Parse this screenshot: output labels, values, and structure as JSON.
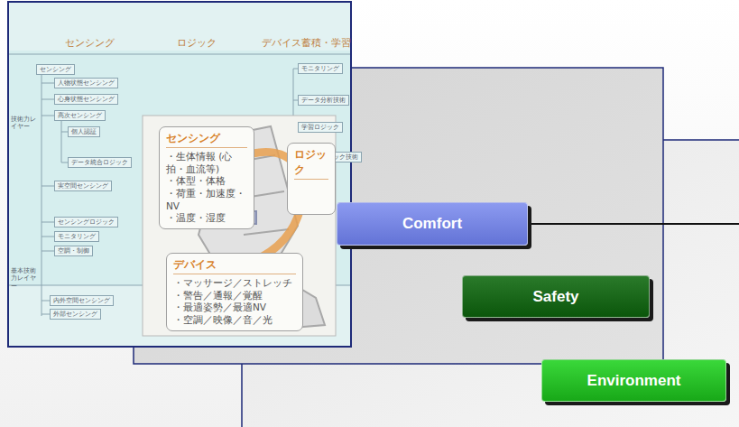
{
  "diagram": {
    "nodes": [
      {
        "text": [
          "センシング"
        ]
      },
      {
        "text": [
          "人物状態センシング"
        ]
      },
      {
        "text": [
          "心身状態センシング"
        ]
      },
      {
        "text": [
          "高次センシング"
        ]
      },
      {
        "text": [
          "個人認証"
        ]
      },
      {
        "text": [
          "データ統合ロジック"
        ]
      },
      {
        "text": [
          "実空間センシング"
        ]
      },
      {
        "text": [
          "センシングロジック"
        ]
      },
      {
        "text": [
          "モニタリング"
        ]
      },
      {
        "text": [
          "空調・制御"
        ]
      },
      {
        "text": [
          "内外空間センシング"
        ]
      },
      {
        "text": [
          "外部センシング"
        ]
      },
      {
        "text": [
          "モニタリング"
        ]
      },
      {
        "text": [
          "データ分析技術"
        ]
      },
      {
        "text": [
          "学習ロジック"
        ]
      },
      {
        "text": [
          "フィードバック技術"
        ]
      },
      {
        "text": [
          "センシング",
          "・生体情報 (心拍・血流等)",
          "・体型・体格",
          "・荷重・加速度・NV",
          "・温度・湿度"
        ]
      },
      {
        "text": [
          "ロジック"
        ]
      },
      {
        "text": [
          "デバイス",
          "・マッサージ／ストレッチ",
          "・警告／通報／覚醒",
          "・最適姿勢／最適NV",
          "・空調／映像／音／光"
        ]
      },
      {
        "text": [
          "Comfort"
        ]
      },
      {
        "text": [
          "Safety"
        ]
      },
      {
        "text": [
          "Environment"
        ]
      }
    ],
    "labels": [
      "センシング",
      "ロジック",
      "デバイス",
      "蓄積・学習",
      "技術力レイヤー",
      "基本技術力レイヤー"
    ]
  }
}
